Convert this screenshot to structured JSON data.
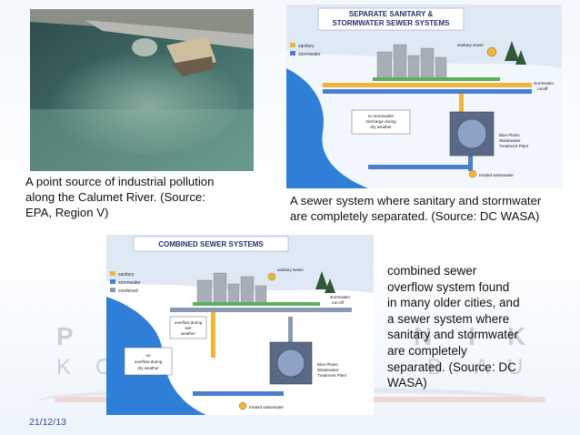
{
  "photo": {
    "caption_line1": "A point source of industrial pollution",
    "caption_line2": "along the Calumet River. (Source:",
    "caption_line3": "EPA, Region V)"
  },
  "separate_diagram": {
    "title_line1": "SEPARATE SANITARY &",
    "title_line2": "STORMWATER SEWER SYSTEMS",
    "legend_sanitary": "sanitary",
    "legend_stormwater": "stormwater",
    "label_sanitary_sewer": "sanitary sewer",
    "label_runoff1": "stormwater",
    "label_runoff2": "runoff",
    "label_nodischarge1": "no stormwater",
    "label_nodischarge2": "discharge during",
    "label_nodischarge3": "dry weather",
    "label_plant1": "Blue Plains",
    "label_plant2": "Wastewater",
    "label_plant3": "Treatment Plant",
    "label_treated": "treated wastewater",
    "caption_line1": "A sewer system where sanitary and stormwater",
    "caption_line2": "are completely separated. (Source: DC WASA)"
  },
  "combined_diagram": {
    "title": "COMBINED SEWER SYSTEMS",
    "legend_sanitary": "sanitary",
    "legend_stormwater": "stormwater",
    "legend_combined": "combined",
    "label_sanitary_sewer": "sanitary sewer",
    "label_runoff1": "stormwater",
    "label_runoff2": "run-off",
    "label_overflow_wet1": "overflow during",
    "label_overflow_wet2": "wet",
    "label_overflow_wet3": "weather",
    "label_overflow_dry1": "no",
    "label_overflow_dry2": "overflow during",
    "label_overflow_dry3": "dry weather",
    "label_plant1": "Blue Plains",
    "label_plant2": "Wastewater",
    "label_plant3": "Treatment Plant",
    "label_treated": "treated wastewater"
  },
  "combined_caption": {
    "line1": "combined sewer",
    "line2": "overflow system found",
    "line3": "in many older cities, and",
    "line4": "a sewer system where",
    "line5": "sanitary and stormwater",
    "line6": "are completely",
    "line7": "separated. (Source: DC",
    "line8": "WASA)"
  },
  "watermark": {
    "row1_a": "P",
    "row1_b": "N",
    "row1_c": "I",
    "row1_d": "K",
    "row2_a": "K",
    "row2_b": "O",
    "row2_c": "B",
    "row2_d": "A",
    "row2_e": "U"
  },
  "footer": {
    "date": "21/12/13"
  },
  "colors": {
    "sanitary": "#f0b43a",
    "stormwater": "#4a7fd0",
    "combined": "#8a9bb0",
    "river": "#2f7fd8",
    "title_blue": "#24336b",
    "date_color": "#2a4b8d"
  }
}
